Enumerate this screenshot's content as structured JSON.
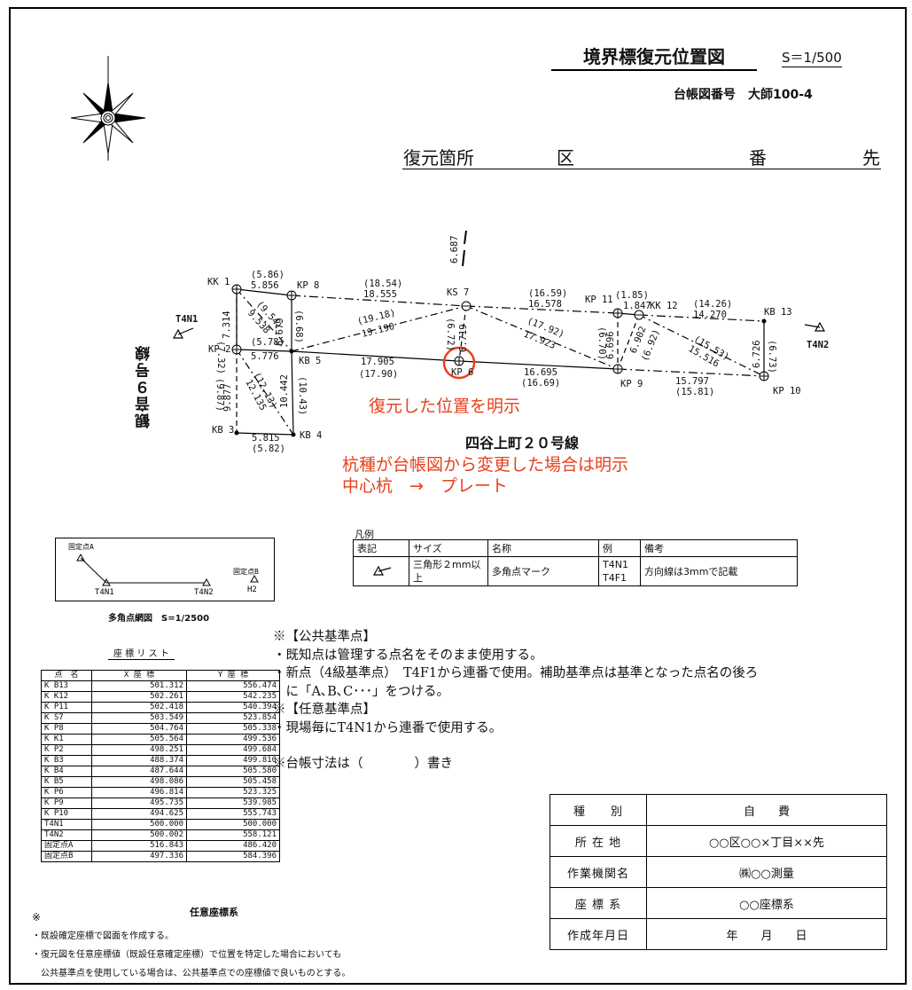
{
  "header": {
    "title": "境界標復元位置図",
    "scale": "S＝1/500",
    "ledger_no": "台帳図番号　大師100-4",
    "site_label": "復元箇所",
    "site_ku": "区",
    "site_ban": "番",
    "site_saki": "先"
  },
  "plan": {
    "roads": {
      "vertical": "観音９号線",
      "horizontal": "四谷上町２０号線"
    },
    "points": {
      "KK1": "KK 1",
      "KP8": "KP 8",
      "KS7": "KS 7",
      "KP11": "KP 11",
      "KK12": "KK 12",
      "KB13": "KB 13",
      "KP2": "KP 2",
      "KB5": "KB 5",
      "KP6": "KP 6",
      "KP9": "KP 9",
      "KP10": "KP 10",
      "KB3": "KB 3",
      "KB4": "KB 4",
      "T4N1": "T4N1",
      "T4N2": "T4N2"
    },
    "dims": [
      "(5.86)",
      "5.856",
      "(18.54)",
      "18.555",
      "(16.59)",
      "16.578",
      "(1.85)",
      "1.847",
      "(14.26)",
      "14.270",
      "6.687",
      "7.314",
      "(7.32)",
      "(9.54)",
      "9.538",
      "(6.68)",
      "6.679",
      "(19.18)",
      "19.190",
      "(6.72)",
      "6.719",
      "(17.92)",
      "17.923",
      "(6.70)",
      "6.696",
      "6.902",
      "(6.92)",
      "(15.53)",
      "15.516",
      "6.726",
      "(6.73)",
      "(5.78)",
      "5.776",
      "17.905",
      "(17.90)",
      "16.695",
      "(16.69)",
      "15.797",
      "(15.81)",
      "9.877",
      "(9.87)",
      "(12.13)",
      "12.135",
      "10.442",
      "(10.43)",
      "5.815",
      "(5.82)"
    ]
  },
  "annotations": {
    "restored": "復元した位置を明示",
    "type_change": "杭種が台帳図から変更した場合は明示",
    "center_to_plate": "中心杭　→　プレート"
  },
  "legend": {
    "caption": "凡例",
    "headers": [
      "表記",
      "サイズ",
      "名称",
      "例",
      "備考"
    ],
    "row": {
      "size": "三角形２mm以上",
      "name": "多角点マーク",
      "example1": "T4N1",
      "example2": "T4F1",
      "note": "方向線は3mmで記載"
    }
  },
  "polygon_sketch": {
    "fixedA": "固定点A",
    "fixedB": "固定点B",
    "t4n1": "T4N1",
    "t4n2": "T4N2",
    "h2": "H2",
    "caption": "多角点網図　S=1/2500"
  },
  "coords": {
    "caption": "座 標 リ ス ト",
    "headers": [
      "点　名",
      "X 座 標",
      "Y 座 標"
    ],
    "rows": [
      [
        "K B13",
        "501.312",
        "556.474"
      ],
      [
        "K K12",
        "502.261",
        "542.235"
      ],
      [
        "K P11",
        "502.418",
        "540.394"
      ],
      [
        "K S7",
        "503.549",
        "523.854"
      ],
      [
        "K P8",
        "504.764",
        "505.338"
      ],
      [
        "K K1",
        "505.564",
        "499.536"
      ],
      [
        "K P2",
        "498.251",
        "499.684"
      ],
      [
        "K B3",
        "488.374",
        "499.810"
      ],
      [
        "K B4",
        "487.644",
        "505.580"
      ],
      [
        "K B5",
        "498.086",
        "505.458"
      ],
      [
        "K P6",
        "496.814",
        "523.325"
      ],
      [
        "K P9",
        "495.735",
        "539.985"
      ],
      [
        "K P10",
        "494.625",
        "555.743"
      ],
      [
        "T4N1",
        "500.000",
        "500.000"
      ],
      [
        "T4N2",
        "500.002",
        "558.121"
      ],
      [
        "固定点A",
        "516.843",
        "486.420"
      ],
      [
        "固定点B",
        "497.336",
        "584.396"
      ]
    ],
    "system": "任意座標系"
  },
  "notes": {
    "public_head": "※【公共基準点】",
    "public1": "・既知点は管理する点名をそのまま使用する。",
    "public2": "・新点（4級基準点）　T4F1から連番で使用。補助基準点は基準となった点名の後ろ",
    "public3": "　に「A､B､C･･･」をつける。",
    "arbitrary_head": "※【任意基準点】",
    "arbitrary1": "・現場毎にT4N1から連番で使用する。",
    "ledger_dim": "※台帳寸法は（　　　　）書き"
  },
  "footnotes": {
    "mark": "※",
    "line1": "・既設確定座標で図面を作成する。",
    "line2": "・復元図を任意座標値（既設任意確定座標）で位置を特定した場合においても",
    "line3": "　公共基準点を使用している場合は、公共基準点での座標値で良いものとする。"
  },
  "info_table": [
    {
      "key": "種　　別",
      "value": "自　　費"
    },
    {
      "key": "所 在 地",
      "value": "○○区○○×丁目××先"
    },
    {
      "key": "作業機関名",
      "value": "㈱○○測量"
    },
    {
      "key": "座 標 系",
      "value": "○○座標系"
    },
    {
      "key": "作成年月日",
      "value": "年　　月　　日"
    }
  ],
  "colors": {
    "annotation": "#e8401c",
    "line": "#000000"
  }
}
